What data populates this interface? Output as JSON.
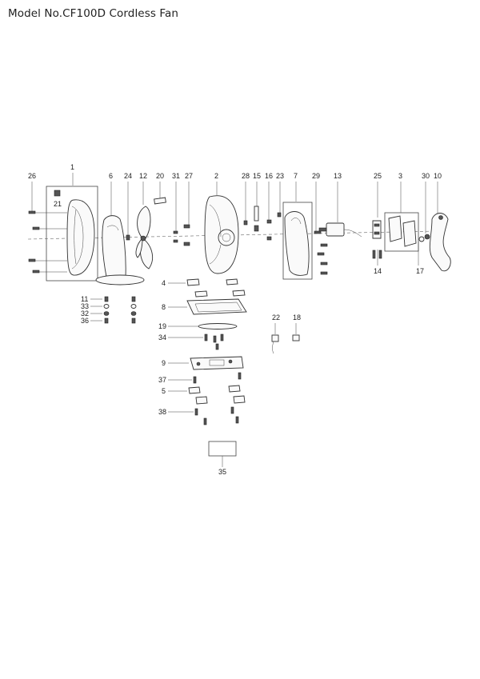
{
  "title": "Model No.CF100D Cordless Fan",
  "labels": {
    "p1": "1",
    "p2": "2",
    "p3": "3",
    "p4": "4",
    "p5": "5",
    "p6": "6",
    "p7": "7",
    "p8": "8",
    "p9": "9",
    "p10": "10",
    "p11": "11",
    "p12": "12",
    "p13": "13",
    "p14": "14",
    "p15": "15",
    "p16": "16",
    "p17": "17",
    "p18": "18",
    "p19": "19",
    "p20": "20",
    "p21": "21",
    "p22": "22",
    "p23": "23",
    "p24": "24",
    "p25": "25",
    "p26": "26",
    "p27": "27",
    "p28": "28",
    "p29": "29",
    "p30": "30",
    "p31": "31",
    "p32": "32",
    "p33": "33",
    "p34": "34",
    "p35": "35",
    "p36": "36",
    "p37": "37",
    "p38": "38"
  }
}
